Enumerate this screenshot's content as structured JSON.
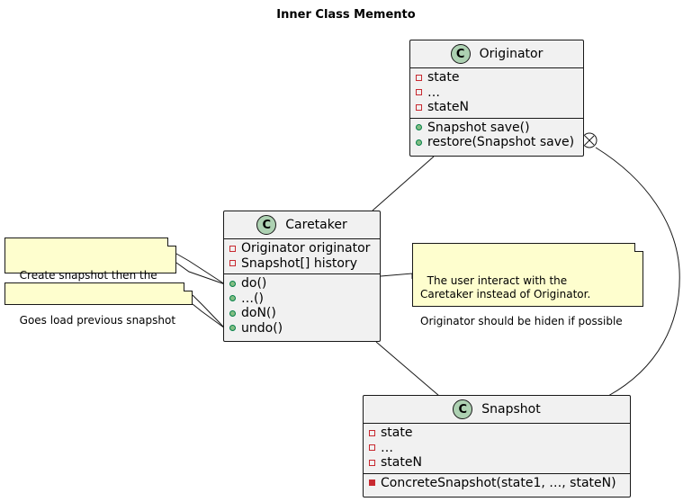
{
  "title": "Inner Class Memento",
  "badge_letter": "C",
  "colors": {
    "class_fill": "#f1f1f1",
    "badge_fill": "#add1b2",
    "note_fill": "#fefece",
    "border": "#181818",
    "private": "#c82930",
    "public": "#84be84"
  },
  "classes": {
    "originator": {
      "name": "Originator",
      "fields": [
        {
          "vis": "private",
          "text": "state"
        },
        {
          "vis": "private",
          "text": "…"
        },
        {
          "vis": "private",
          "text": "stateN"
        }
      ],
      "methods": [
        {
          "vis": "public",
          "text": "Snapshot save()"
        },
        {
          "vis": "public",
          "text": "restore(Snapshot save)"
        }
      ]
    },
    "caretaker": {
      "name": "Caretaker",
      "fields": [
        {
          "vis": "private",
          "text": "Originator originator"
        },
        {
          "vis": "private",
          "text": "Snapshot[] history"
        }
      ],
      "methods": [
        {
          "vis": "public",
          "text": "do()"
        },
        {
          "vis": "public",
          "text": "…()"
        },
        {
          "vis": "public",
          "text": "doN()"
        },
        {
          "vis": "public",
          "text": "undo()"
        }
      ]
    },
    "snapshot": {
      "name": "Snapshot",
      "fields": [
        {
          "vis": "private",
          "text": "state"
        },
        {
          "vis": "private",
          "text": "…"
        },
        {
          "vis": "private",
          "text": "stateN"
        }
      ],
      "methods": [
        {
          "vis": "private-method",
          "text": "ConcreteSnapshot(state1, …, stateN)"
        }
      ]
    }
  },
  "notes": {
    "do_note": "Create snapshot then the\noriginator does something",
    "undo_note": "Goes load previous snapshot",
    "user_note": "The user interact with the\nCaretaker instead of Originator.\n\nOriginator should be hiden if possible"
  },
  "relations": [
    {
      "from": "Originator",
      "to": "Caretaker",
      "type": "association"
    },
    {
      "from": "Caretaker",
      "to": "Snapshot",
      "type": "association"
    },
    {
      "from": "Originator",
      "to": "Snapshot",
      "type": "nested (inner class)"
    }
  ]
}
